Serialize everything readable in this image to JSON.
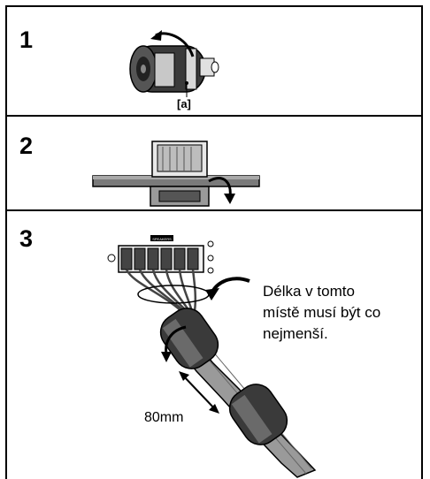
{
  "steps": [
    {
      "number": "1",
      "label": "[a]"
    },
    {
      "number": "2"
    },
    {
      "number": "3"
    }
  ],
  "note_lines": [
    "Délka v tomto",
    "místě musí být co",
    "nejmenší."
  ],
  "dimension_label": "80mm",
  "speaker_label": "SPEAKERS"
}
